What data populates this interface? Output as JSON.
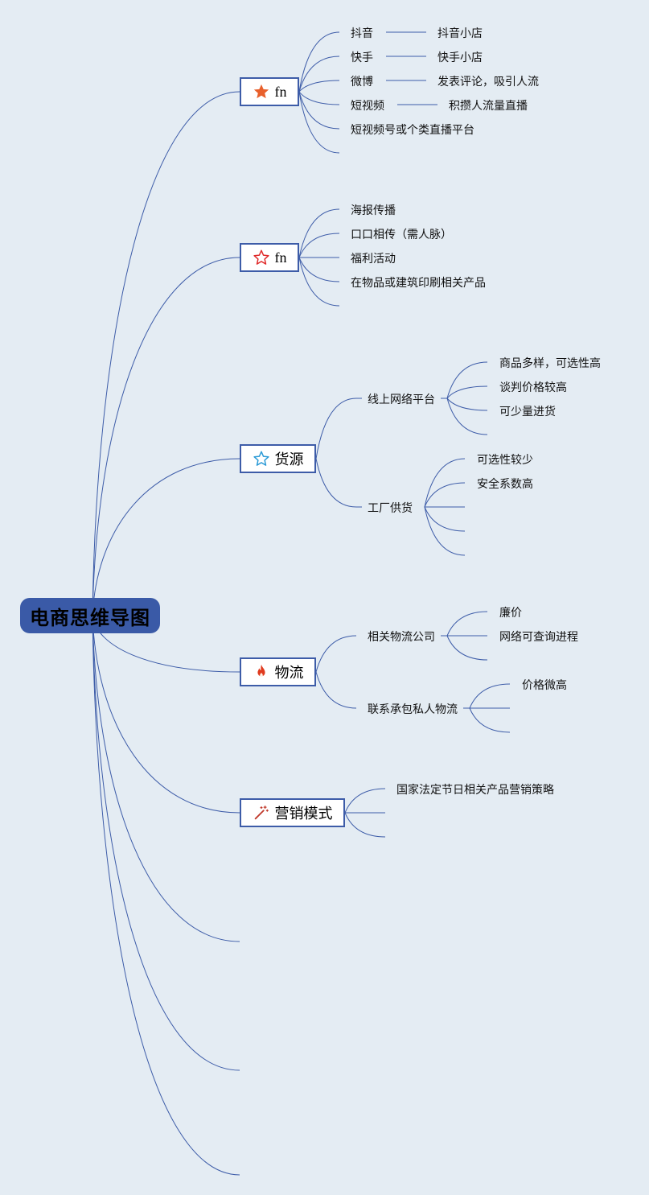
{
  "root": {
    "label": "电商思维导图"
  },
  "branches": [
    {
      "label": "fn",
      "icon": "star-filled-icon",
      "items": [
        {
          "label": "抖音",
          "detail": "抖音小店"
        },
        {
          "label": "快手",
          "detail": "快手小店"
        },
        {
          "label": "微博",
          "detail": "发表评论，吸引人流"
        },
        {
          "label": "短视频",
          "detail": "积攒人流量直播"
        },
        {
          "label": "短视频号或个类直播平台"
        }
      ]
    },
    {
      "label": "fn",
      "icon": "star-outline-icon",
      "items": [
        {
          "label": "海报传播"
        },
        {
          "label": "口口相传（需人脉）"
        },
        {
          "label": "福利活动"
        },
        {
          "label": "在物品或建筑印刷相关产品"
        }
      ]
    },
    {
      "label": "货源",
      "icon": "star-outline-blue-icon",
      "items": [
        {
          "label": "线上网络平台",
          "children": [
            "商品多样，可选性高",
            "谈判价格较高",
            "可少量进货"
          ]
        },
        {
          "label": "工厂供货",
          "children": [
            "可选性较少",
            "安全系数高"
          ]
        }
      ]
    },
    {
      "label": "物流",
      "icon": "fire-icon",
      "items": [
        {
          "label": "相关物流公司",
          "children": [
            "廉价",
            "网络可查询进程"
          ]
        },
        {
          "label": "联系承包私人物流",
          "children": [
            "价格微高"
          ]
        }
      ]
    },
    {
      "label": "营销模式",
      "icon": "magic-wand-icon",
      "items": [
        {
          "label": "国家法定节日相关产品营销策略"
        }
      ]
    }
  ],
  "colors": {
    "background": "#e4ecf3",
    "root_fill": "#3a5aa7",
    "link": "#3d5ca8",
    "star_filled": "#e8602c",
    "star_outline": "#e02a2a",
    "star_blue": "#2a9ad6",
    "fire": "#e03a1e"
  }
}
